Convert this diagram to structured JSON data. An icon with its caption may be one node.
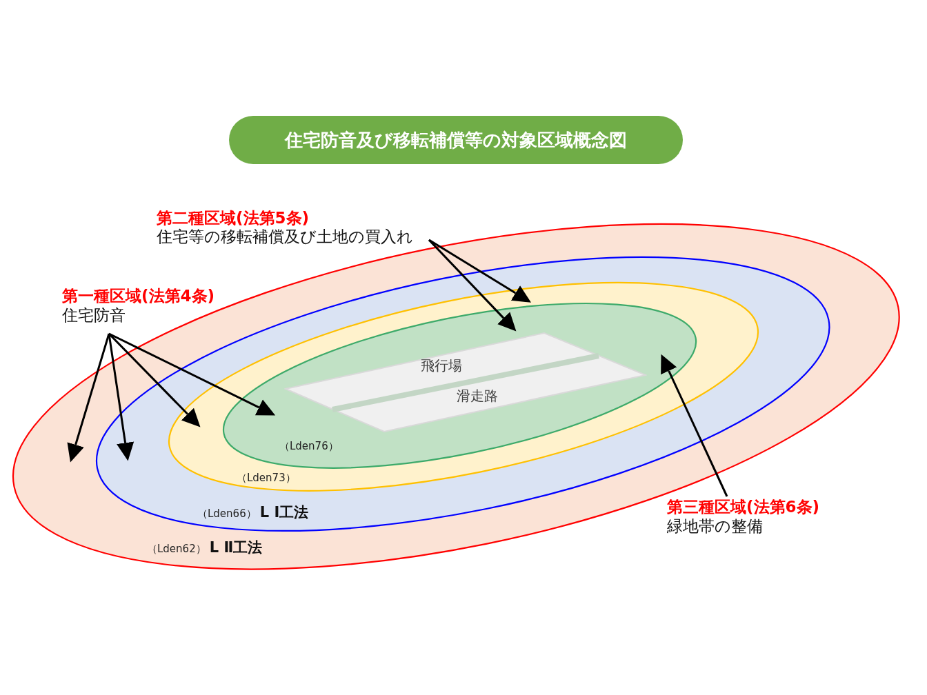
{
  "diagram": {
    "title": "住宅防音及び移転補償等の対象区域概念図",
    "nodes": [
      {
        "text": [
          "第二種区域(法第5条)",
          "住宅等の移転補償及び土地の買入れ"
        ]
      },
      {
        "text": [
          "第一種区域(法第4条)",
          "住宅防音"
        ]
      },
      {
        "text": [
          "（Lden62）",
          "L Ⅱ工法"
        ]
      },
      {
        "text": [
          "（Lden66）",
          "L Ⅰ工法"
        ],
        "in": 2
      },
      {
        "text": [
          "（Lden73）"
        ],
        "in": 3
      },
      {
        "text": [
          "（Lden76）"
        ],
        "in": 4
      },
      {
        "text": [
          "飛行場",
          "滑走路"
        ],
        "in": 5
      },
      {
        "text": [
          "第三種区域(法第6条)",
          "緑地帯の整備"
        ]
      }
    ],
    "edges": [
      {
        "from": 0,
        "to": 4,
        "arrow": "to"
      },
      {
        "from": 0,
        "to": 5,
        "arrow": "to"
      },
      {
        "from": 1,
        "to": 2,
        "arrow": "to"
      },
      {
        "from": 1,
        "to": 3,
        "arrow": "to"
      },
      {
        "from": 1,
        "to": 4,
        "arrow": "to"
      },
      {
        "from": 1,
        "to": 5,
        "arrow": "to"
      },
      {
        "from": 7,
        "to": 5,
        "arrow": "to"
      }
    ]
  }
}
